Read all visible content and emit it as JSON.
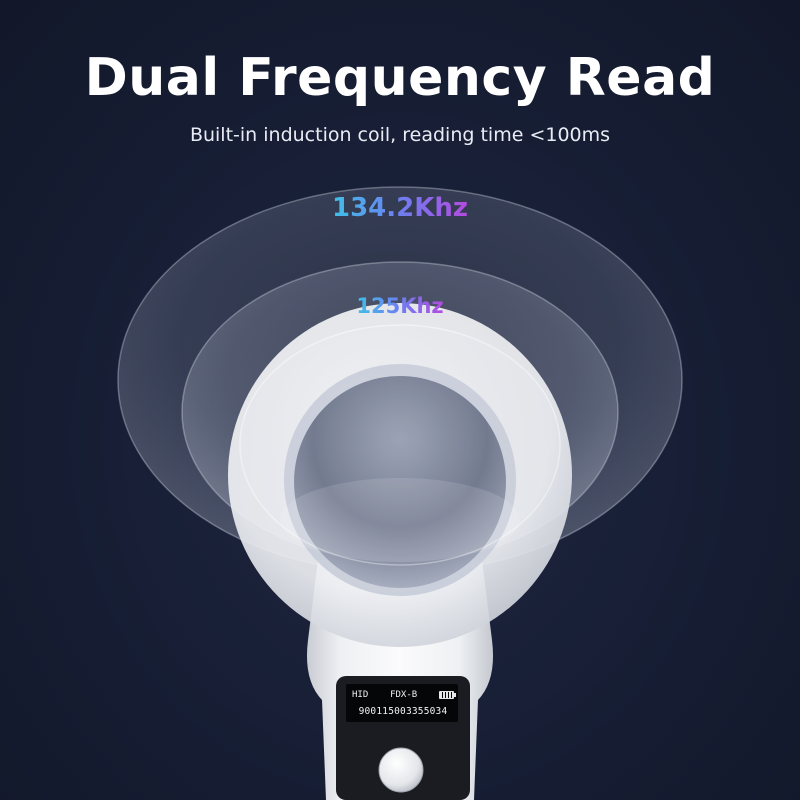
{
  "header": {
    "title": "Dual Frequency Read",
    "subtitle": "Built-in induction coil, reading time <100ms"
  },
  "waves": {
    "outer_frequency": "134.2Khz",
    "inner_frequency": "125Khz"
  },
  "device": {
    "screen": {
      "mode": "HID",
      "protocol": "FDX-B",
      "tag_number": "900115003355034"
    }
  },
  "colors": {
    "background": "#161d33",
    "label_gradient_start": "#3fc0e8",
    "label_gradient_end": "#b44ae0",
    "device_body": "#f3f4f6"
  },
  "icons": {
    "battery": "battery-icon",
    "button": "power-button-icon"
  }
}
